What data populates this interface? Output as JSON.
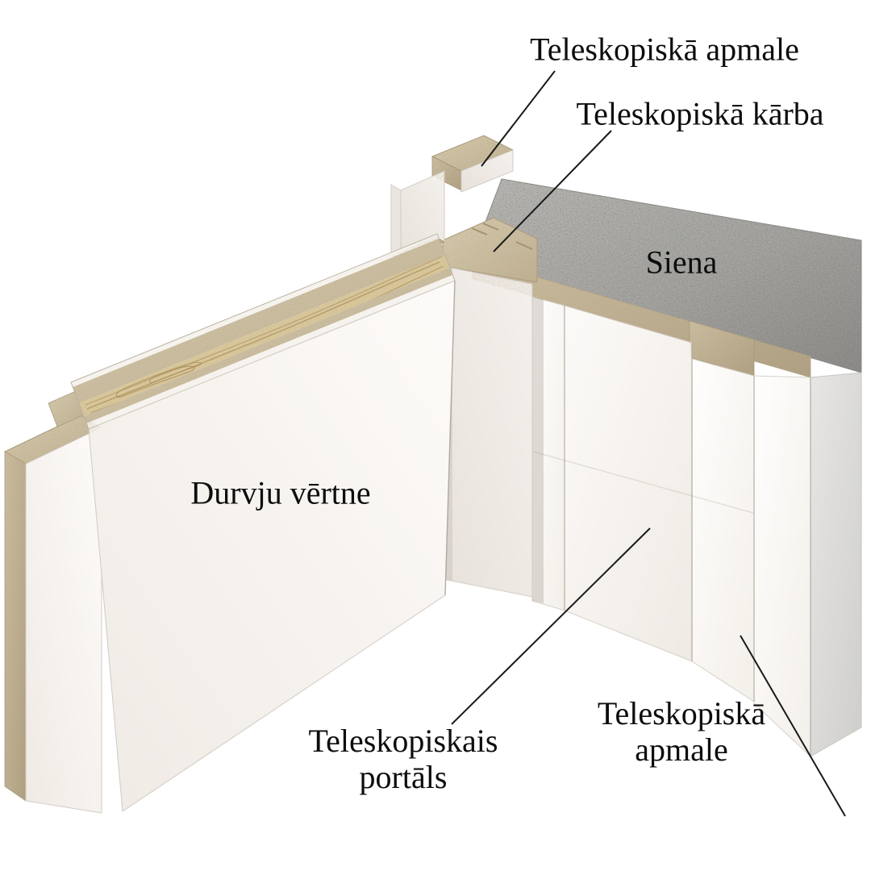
{
  "diagram": {
    "type": "door-frame-cross-section",
    "labels": {
      "apmale_top": "Teleskopiskā apmale",
      "karba": "Teleskopiskā kārba",
      "siena": "Siena",
      "durvju_vertne": "Durvju vērtne",
      "portals_line1": "Teleskopiskais",
      "portals_line2": "portāls",
      "apmale_bottom_line1": "Teleskopiskā",
      "apmale_bottom_line2": "apmale"
    },
    "colors": {
      "background": "#ffffff",
      "label_text": "#0d0d0d",
      "leader_line": "#1a1a1a",
      "concrete_gray": "#a3a29e",
      "particle_board_tan": "#cdbfa2",
      "panel_white": "#f7f3ef",
      "pine_grain": "#ddcaa0"
    }
  }
}
